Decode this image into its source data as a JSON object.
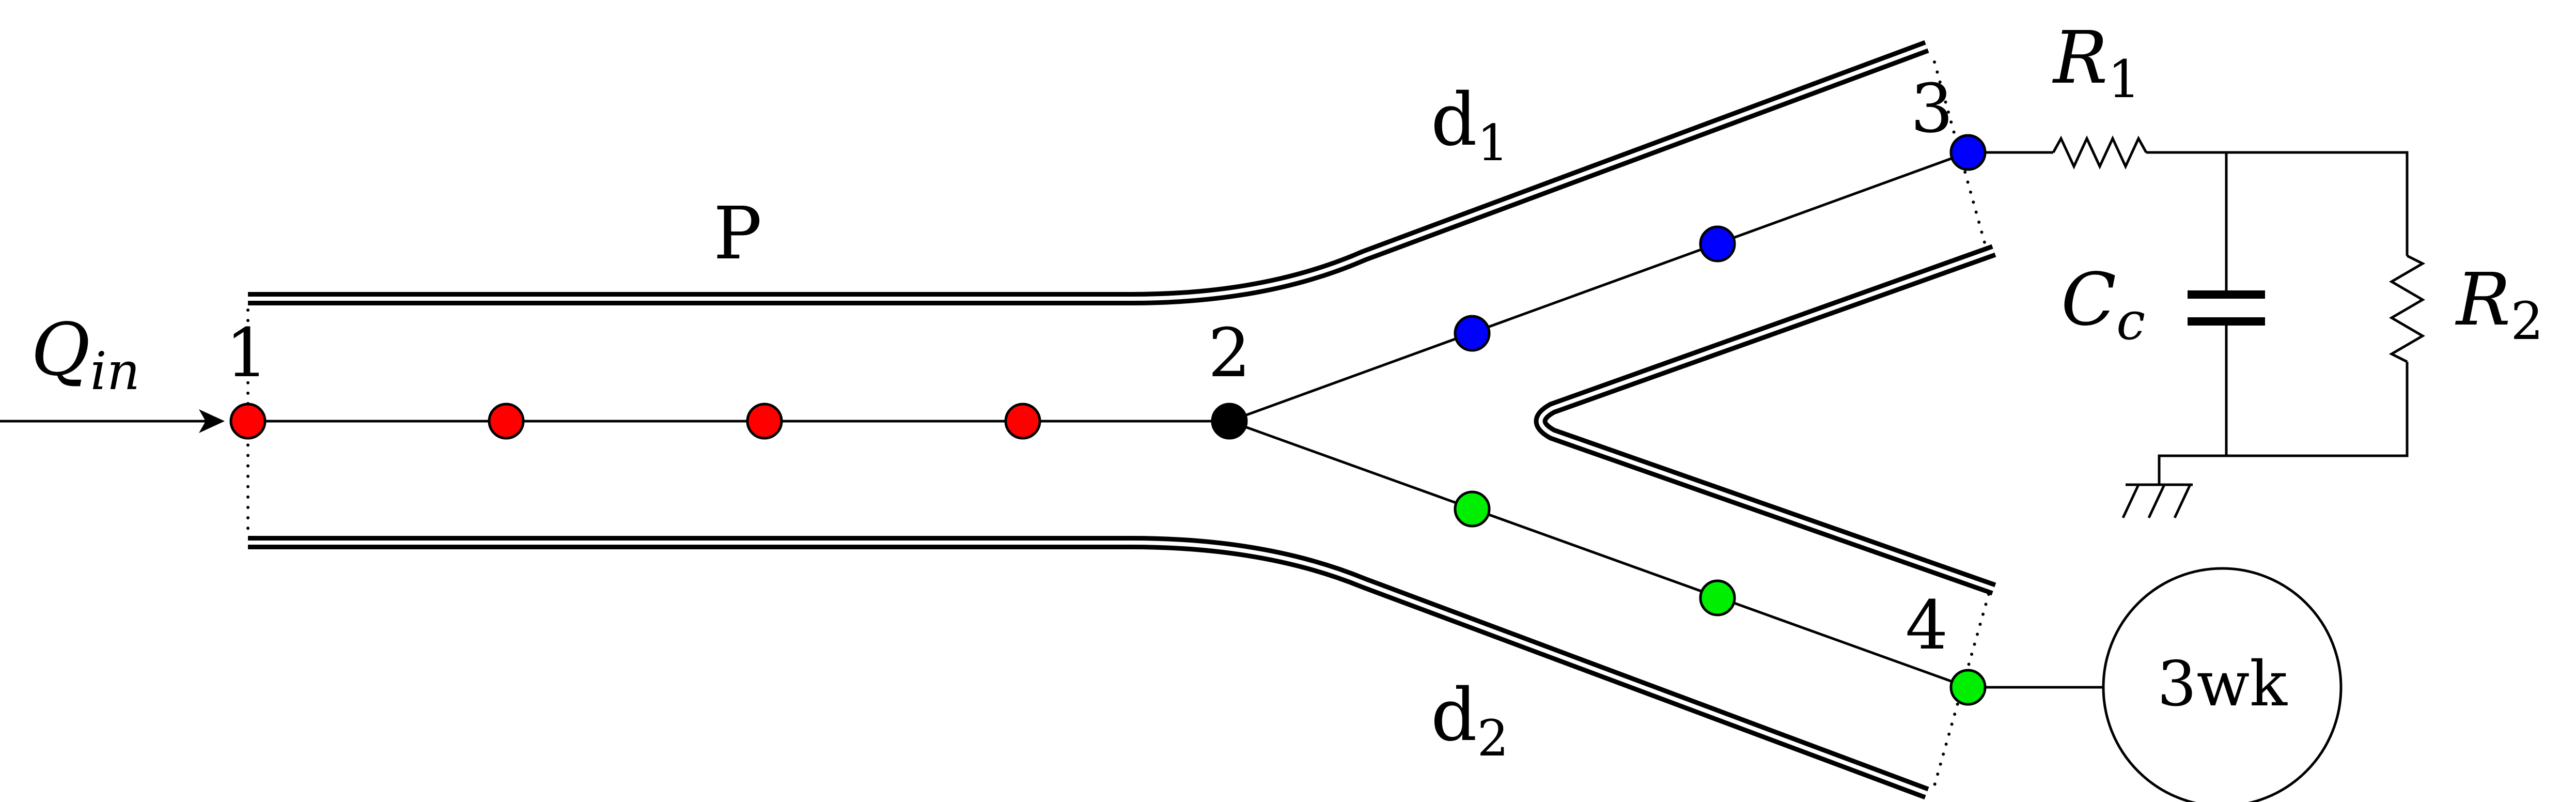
{
  "vessels": {
    "parent_label": "P",
    "daughter1_label": "d",
    "daughter1_sub": "1",
    "daughter2_label": "d",
    "daughter2_sub": "2"
  },
  "inflow": {
    "symbol": "Q",
    "subscript": "in"
  },
  "points": {
    "p1": "1",
    "p2": "2",
    "p3": "3",
    "p4": "4"
  },
  "windkessel_rc": {
    "r1_symbol": "R",
    "r1_sub": "1",
    "c_symbol": "C",
    "c_sub": "c",
    "r2_symbol": "R",
    "r2_sub": "2"
  },
  "windkessel_block": {
    "label": "3wk"
  },
  "colors": {
    "parent_nodes": "#ff0000",
    "daughter1_nodes": "#0000ff",
    "daughter2_nodes": "#00ee00",
    "bifurcation_node": "#000000"
  },
  "node_counts": {
    "parent_interior": 3,
    "daughter1_interior": 2,
    "daughter2_interior": 2
  }
}
